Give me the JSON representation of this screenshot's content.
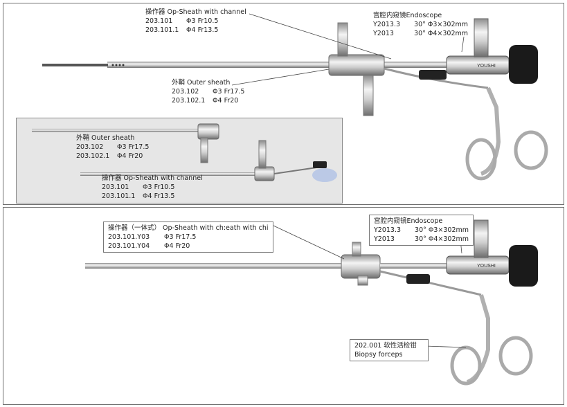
{
  "top": {
    "channel_sheath": {
      "title": "操作器 Op-Sheath with channel",
      "rows": [
        {
          "code": "203.101",
          "spec": "Φ3 Fr10.5"
        },
        {
          "code": "203.101.1",
          "spec": "Φ4 Fr13.5"
        }
      ]
    },
    "endoscope": {
      "title": "宫腔内窥镜Endoscope",
      "rows": [
        {
          "code": "Y2013.3",
          "spec": "30° Φ3×302mm"
        },
        {
          "code": "Y2013",
          "spec": "30° Φ4×302mm"
        }
      ]
    },
    "outer_sheath": {
      "title": "外鞘 Outer sheath",
      "rows": [
        {
          "code": "203.102",
          "spec": "Φ3 Fr17.5"
        },
        {
          "code": "203.102.1",
          "spec": "Φ4 Fr20"
        }
      ]
    },
    "inset_outer_sheath": {
      "title": "外鞘 Outer sheath",
      "rows": [
        {
          "code": "203.102",
          "spec": "Φ3 Fr17.5"
        },
        {
          "code": "203.102.1",
          "spec": "Φ4 Fr20"
        }
      ]
    },
    "inset_channel_sheath": {
      "title": "操作器 Op-Sheath with channel",
      "rows": [
        {
          "code": "203.101",
          "spec": "Φ3 Fr10.5"
        },
        {
          "code": "203.101.1",
          "spec": "Φ4 Fr13.5"
        }
      ]
    },
    "brand": "YOUSHI"
  },
  "bottom": {
    "integrated_sheath": {
      "title": "操作器（一体式） Op-Sheath with ch:eath with chi",
      "rows": [
        {
          "code": "203.101.Y03",
          "spec": "Φ3 Fr17.5"
        },
        {
          "code": "203.101.Y04",
          "spec": "Φ4 Fr20"
        }
      ]
    },
    "endoscope": {
      "title": "宫腔内窥镜Endoscope",
      "rows": [
        {
          "code": "Y2013.3",
          "spec": "30° Φ3×302mm"
        },
        {
          "code": "Y2013",
          "spec": "30° Φ4×302mm"
        }
      ]
    },
    "forceps": {
      "title": "202.001 软性活检钳",
      "subtitle": "Biopsy forceps"
    },
    "brand": "YOUSHI"
  },
  "colors": {
    "metal_light": "#f2f2f2",
    "metal_dark": "#8c8c8c",
    "eyepiece": "#1a1a1a",
    "frame": "#6f6f6f"
  }
}
